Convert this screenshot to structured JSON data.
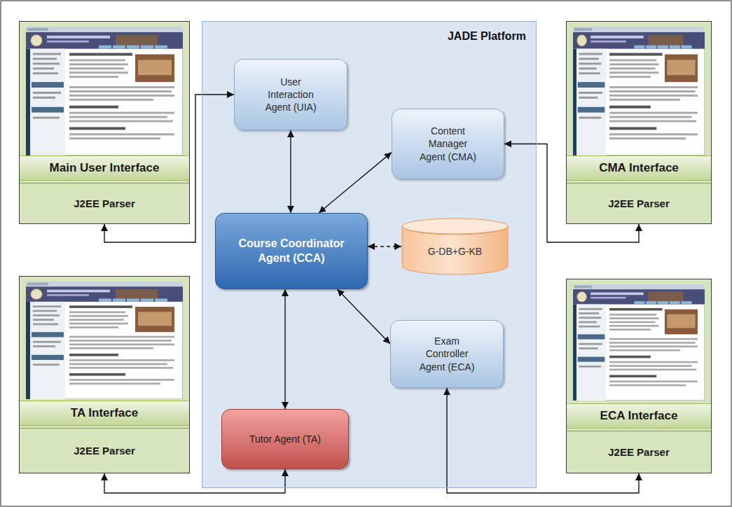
{
  "diagram": {
    "nodes": [
      {
        "text": [
          "Main User Interface",
          "J2EE Parser"
        ]
      },
      {
        "text": [
          "JADE Platform"
        ]
      },
      {
        "text": [
          "User Interaction Agent (UIA)"
        ],
        "in": 1
      },
      {
        "text": [
          "Content Manager Agent (CMA)"
        ],
        "in": 1
      },
      {
        "text": [
          "CMA Interface",
          "J2EE Parser"
        ]
      },
      {
        "text": [
          "Course Coordinator Agent (CCA)"
        ],
        "in": 1
      },
      {
        "text": [
          "G-DB+G-KB"
        ],
        "in": 1
      },
      {
        "text": [
          "TA Interface",
          "J2EE Parser"
        ]
      },
      {
        "text": [
          "Tutor Agent (TA)"
        ],
        "in": 1
      },
      {
        "text": [
          "Exam Controller Agent (ECA)"
        ],
        "in": 1
      },
      {
        "text": [
          "ECA Interface",
          "J2EE Parser"
        ]
      }
    ],
    "edges": [
      {
        "from": 0,
        "to": 2,
        "arrow": "both"
      },
      {
        "from": 2,
        "to": 5,
        "arrow": "both"
      },
      {
        "from": 3,
        "to": 5,
        "arrow": "both"
      },
      {
        "from": 3,
        "to": 4,
        "arrow": "both"
      },
      {
        "from": 5,
        "to": 6,
        "arrow": "both"
      },
      {
        "from": 5,
        "to": 8,
        "arrow": "both"
      },
      {
        "from": 5,
        "to": 9,
        "arrow": "both"
      },
      {
        "from": 8,
        "to": 7,
        "arrow": "both"
      },
      {
        "from": 9,
        "to": 10,
        "arrow": "both"
      }
    ]
  }
}
